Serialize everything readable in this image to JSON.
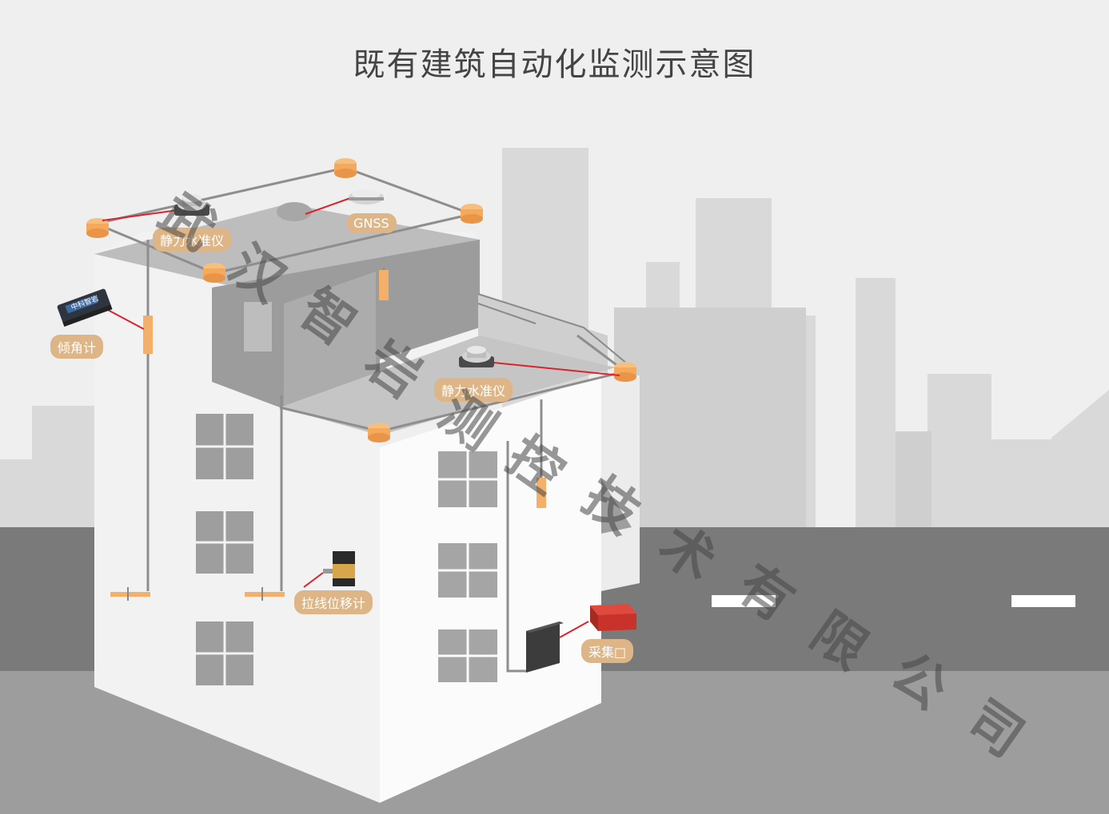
{
  "title": "既有建筑自动化监测示意图",
  "labels": {
    "level_top": "静力水准仪",
    "gnss": "GNSS",
    "inclinometer": "倾角计",
    "level_mid": "静力水准仪",
    "wire_displacement": "拉线位移计",
    "collector": "采集□"
  },
  "watermark": [
    "武",
    "汉",
    "智",
    "岩",
    "测",
    "控",
    "技",
    "术",
    "有",
    "限",
    "公",
    "司"
  ],
  "device_text": {
    "inclinometer_brand": "中科智岩"
  },
  "colors": {
    "background": "#efeff0",
    "sensor_orange": "#f4b06a",
    "label_bg": "#ddb587",
    "link_red": "#d9242b",
    "road": "#7a7a7a",
    "collector_red": "#c8322b"
  }
}
